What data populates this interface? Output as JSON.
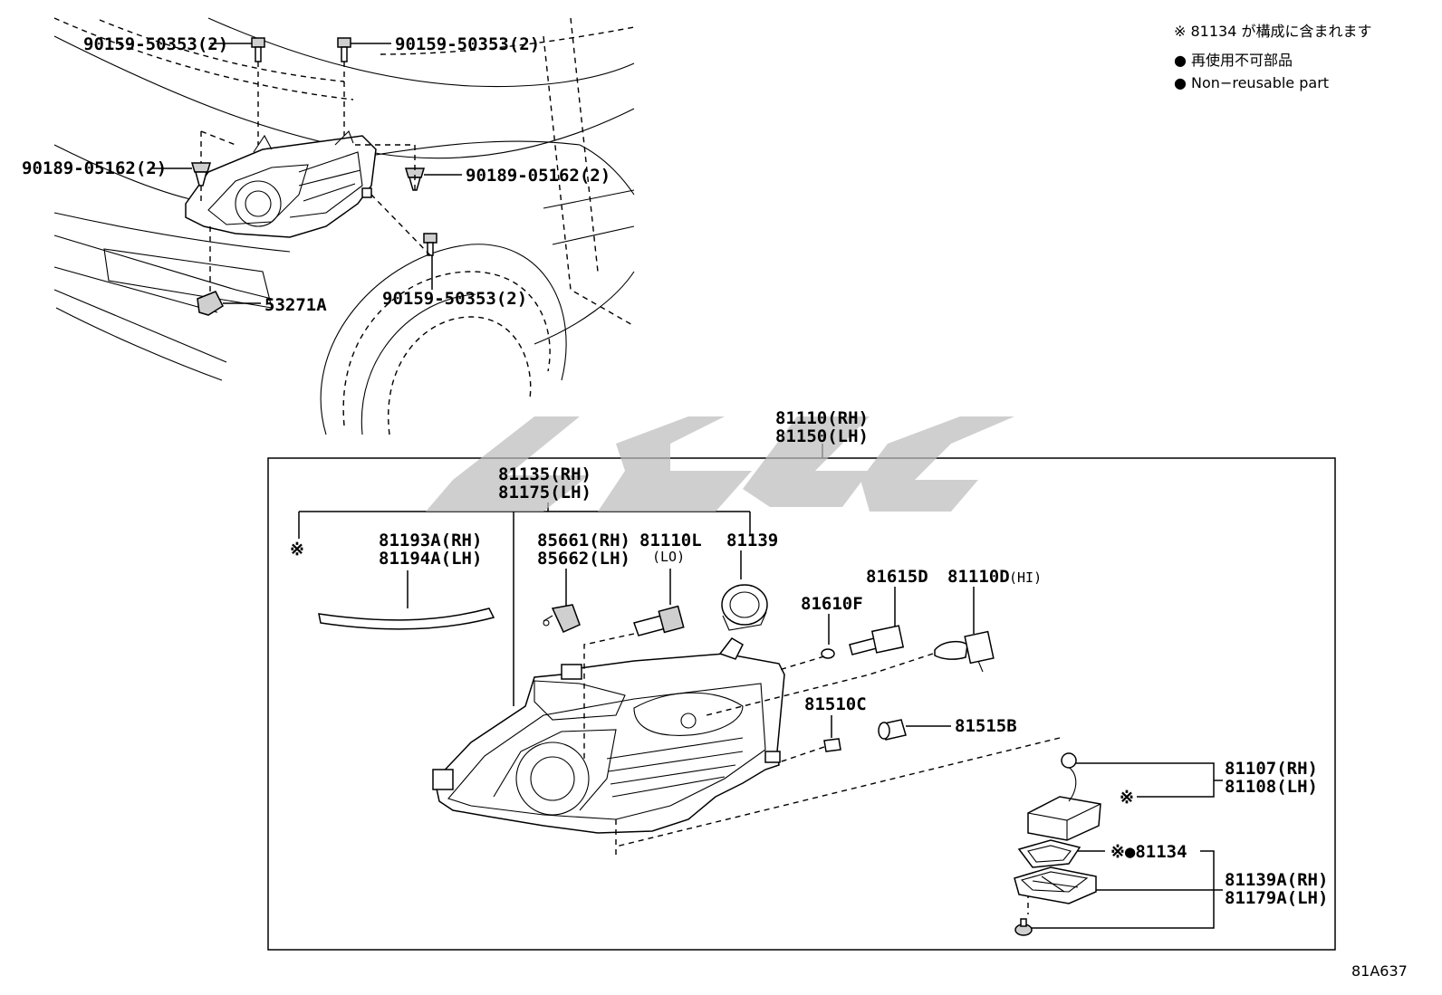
{
  "legend": {
    "included_note": "※ 81134 が構成に含まれます",
    "non_reusable_jp": "● 再使用不可部品",
    "non_reusable_en": "● Non−reusable part"
  },
  "callouts": {
    "bolt_top_left": "90159-50353(2)",
    "bolt_top_right": "90159-50353(2)",
    "clip_left": "90189-05162(2)",
    "clip_right": "90189-05162(2)",
    "bolt_lower": "90159-50353(2)",
    "bracket": "53271A",
    "assy_rh": "81110(RH)",
    "assy_lh": "81150(LH)",
    "housing_rh": "81135(RH)",
    "housing_lh": "81175(LH)",
    "cover_mark": "※",
    "cover_rh": "81193A(RH)",
    "cover_lh": "81194A(LH)",
    "socket_rh": "85661(RH)",
    "socket_lh": "85662(LH)",
    "bulb_lo": "81110L",
    "bulb_lo_tag": "(LO)",
    "ring": "81139",
    "bulb_81615": "81615D",
    "bulb_hi": "81110D",
    "bulb_hi_tag": "(HI)",
    "gasket_81610": "81610F",
    "bulb_81510": "81510C",
    "socket_81515": "81515B",
    "ballast_rh": "81107(RH)",
    "ballast_lh": "81108(LH)",
    "ballast_mark": "※",
    "gasket_134": "※●81134",
    "holder_rh": "81139A(RH)",
    "holder_lh": "81179A(LH)",
    "figure_id": "81A637"
  },
  "watermark": "CMC"
}
